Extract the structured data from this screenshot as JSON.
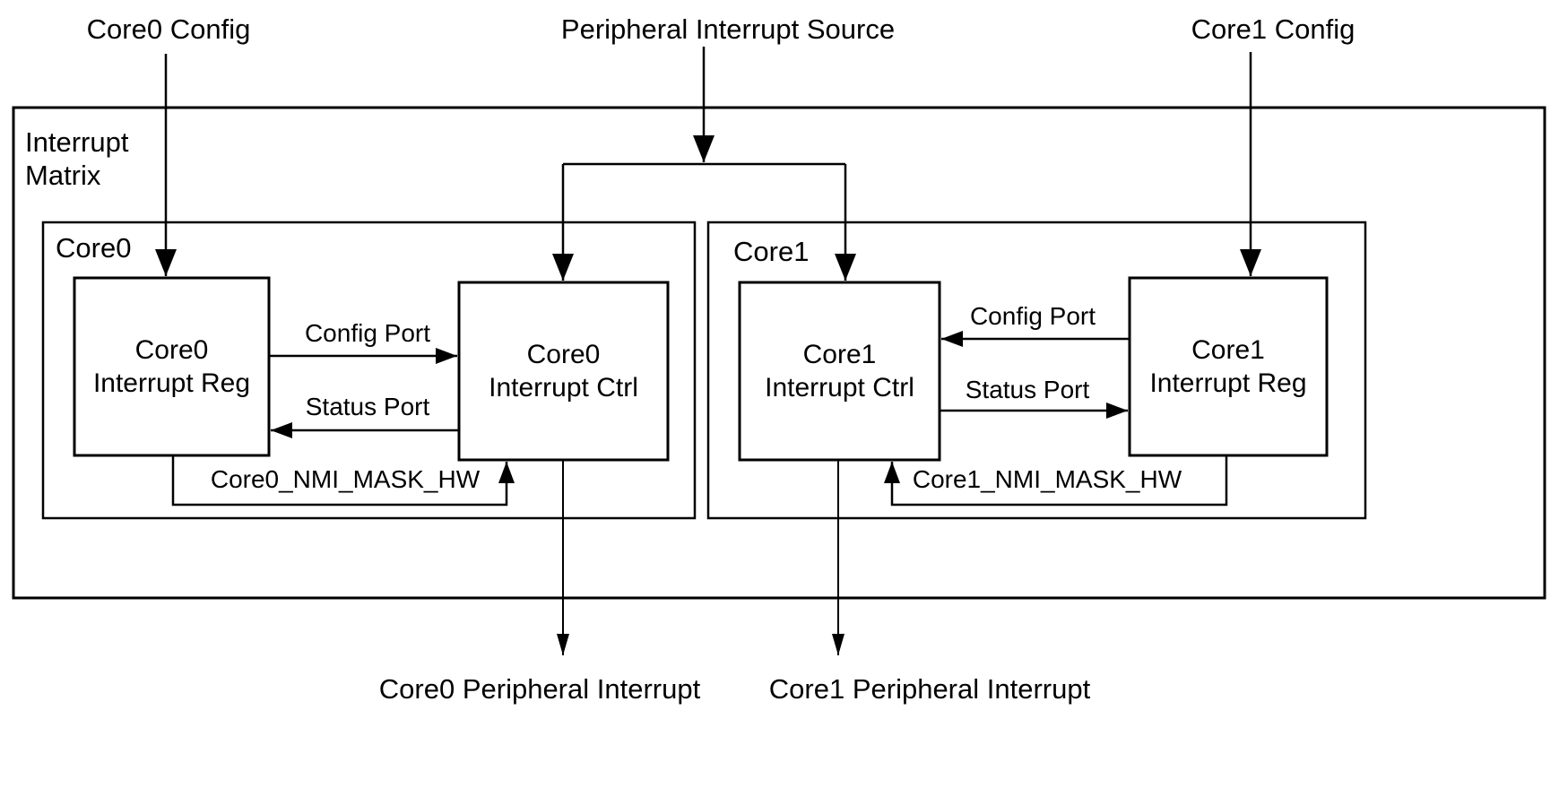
{
  "colors": {
    "line": "#000000",
    "background": "#ffffff"
  },
  "labels": {
    "core0_config": "Core0 Config",
    "peripheral_interrupt_source": "Peripheral Interrupt Source",
    "core1_config": "Core1 Config",
    "interrupt_matrix": "Interrupt\nMatrix",
    "core0_group": "Core0",
    "core1_group": "Core1",
    "core0_interrupt_reg": "Core0\nInterrupt Reg",
    "core0_interrupt_ctrl": "Core0\nInterrupt Ctrl",
    "core1_interrupt_ctrl": "Core1\nInterrupt Ctrl",
    "core1_interrupt_reg": "Core1\nInterrupt Reg",
    "core0_config_port": "Config Port",
    "core0_status_port": "Status Port",
    "core1_config_port": "Config Port",
    "core1_status_port": "Status Port",
    "core0_nmi_mask": "Core0_NMI_MASK_HW",
    "core1_nmi_mask": "Core1_NMI_MASK_HW",
    "core0_peripheral_interrupt": "Core0 Peripheral Interrupt",
    "core1_peripheral_interrupt": "Core1 Peripheral Interrupt"
  }
}
